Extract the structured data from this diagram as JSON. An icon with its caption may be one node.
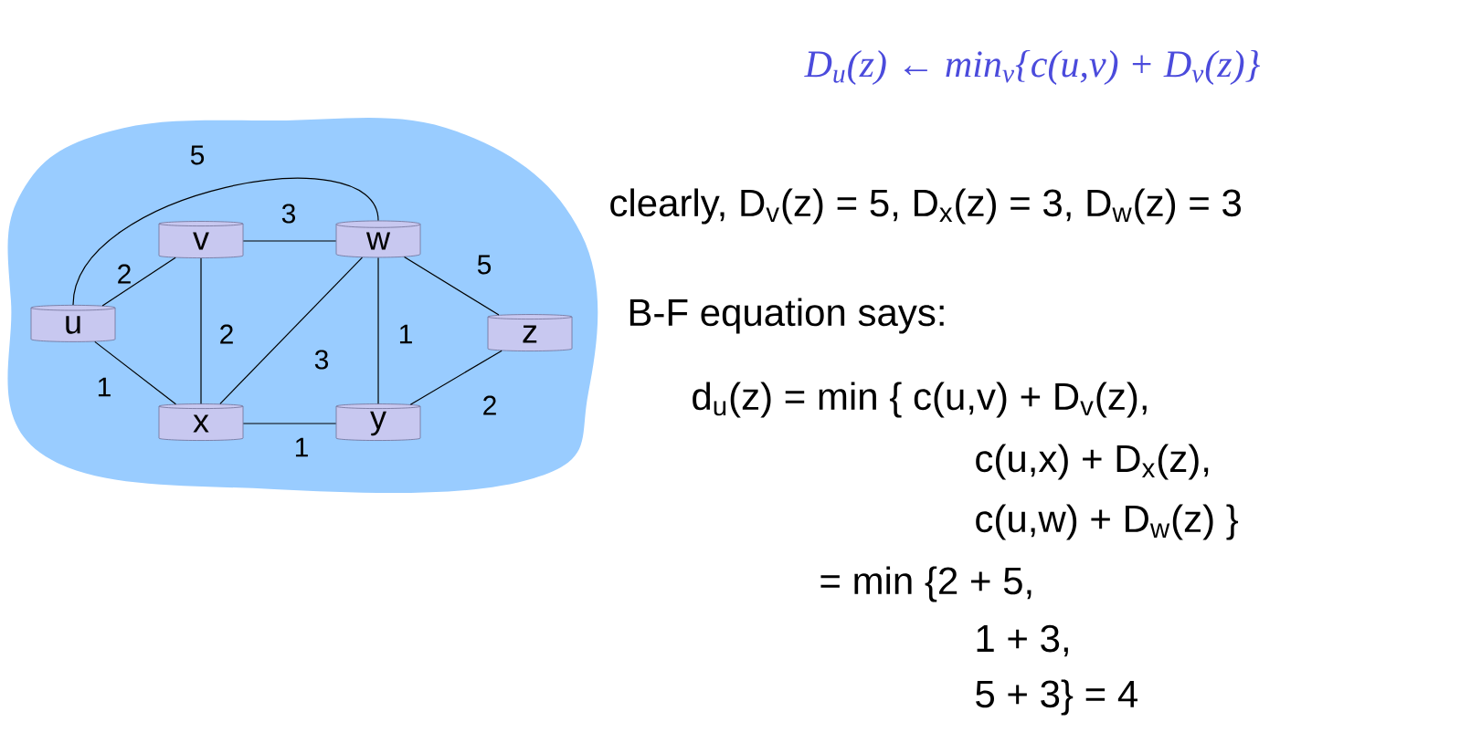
{
  "diagram": {
    "nodes": [
      {
        "text": [
          "u"
        ]
      },
      {
        "text": [
          "v"
        ]
      },
      {
        "text": [
          "w"
        ]
      },
      {
        "text": [
          "z"
        ]
      },
      {
        "text": [
          "x"
        ]
      },
      {
        "text": [
          "y"
        ]
      }
    ],
    "edges": [
      {
        "from": 0,
        "to": 2,
        "arrow": "none",
        "label": "5"
      },
      {
        "from": 1,
        "to": 2,
        "arrow": "none",
        "label": "3"
      },
      {
        "from": 0,
        "to": 1,
        "arrow": "none",
        "label": "2"
      },
      {
        "from": 1,
        "to": 4,
        "arrow": "none",
        "label": "2"
      },
      {
        "from": 4,
        "to": 2,
        "arrow": "none",
        "label": "3"
      },
      {
        "from": 2,
        "to": 5,
        "arrow": "none",
        "label": "1"
      },
      {
        "from": 2,
        "to": 3,
        "arrow": "none",
        "label": "5"
      },
      {
        "from": 0,
        "to": 4,
        "arrow": "none",
        "label": "1"
      },
      {
        "from": 4,
        "to": 5,
        "arrow": "none",
        "label": "1"
      },
      {
        "from": 5,
        "to": 3,
        "arrow": "none",
        "label": "2"
      }
    ],
    "labels": [
      "D$_{u}$(z) ← min$_{v}${c(u,v) + D$_{v}$(z)}",
      "clearly, D$_{v}$(z) = 5, D$_{x}$(z) = 3, D$_{w}$(z) = 3",
      "B-F equation says:",
      "d$_{u}$(z) = min { c(u,v) + D$_{v}$(z),",
      "c(u,x) + D$_{x}$(z),",
      "c(u,w) + D$_{w}$(z) }",
      "= min {2 + 5,",
      "1 + 3,",
      "5 + 3}  = 4"
    ]
  }
}
